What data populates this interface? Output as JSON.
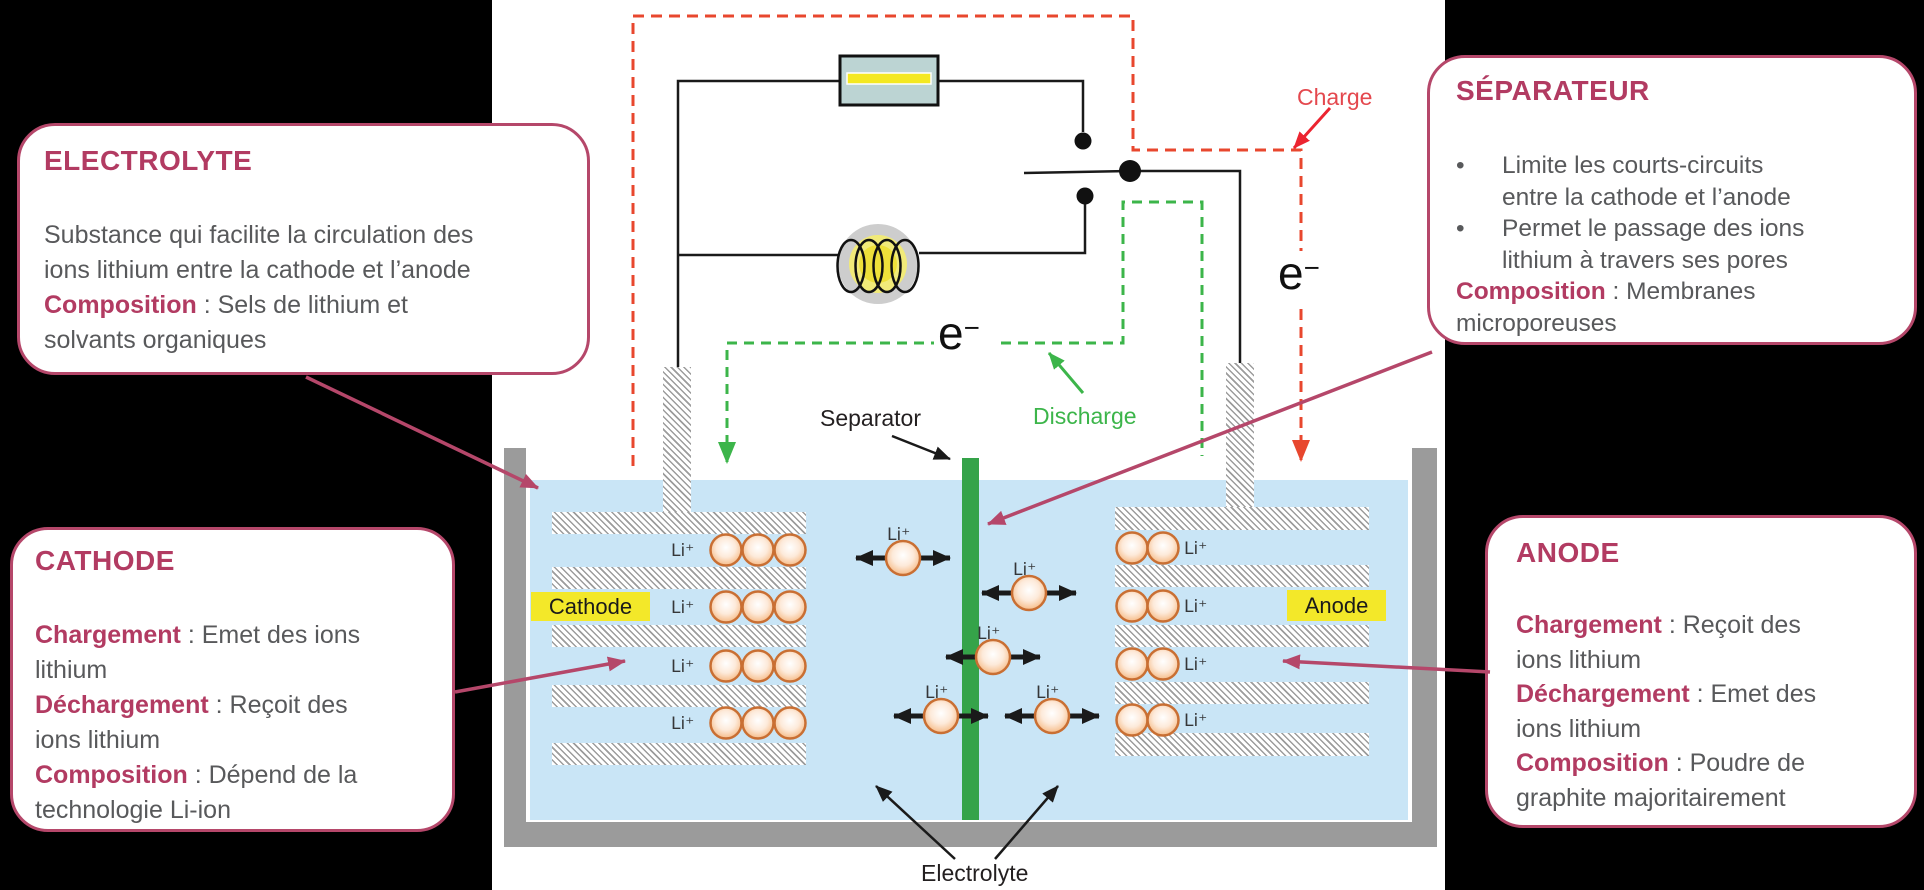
{
  "background": {
    "outer": "#000000",
    "panel": "#ffffff"
  },
  "colors": {
    "callout_border": "#b5476a",
    "accent_text": "#b23b62",
    "body_text": "#58595b",
    "charge_red": "#e8472e",
    "discharge_green": "#3cb54a",
    "separator_green": "#35a349",
    "electrolyte_blue": "#c9e5f6",
    "tank_gray": "#9b9b9b",
    "ion_orange": "#c96f33",
    "label_yellow": "#f3e829"
  },
  "callouts": {
    "electrolyte": {
      "title": "ELECTROLYTE",
      "lines": [
        {
          "b": "",
          "t": "Substance qui facilite la circulation des"
        },
        {
          "b": "",
          "t": "ions lithium entre la cathode et l’anode"
        },
        {
          "b": "Composition",
          "t": " : Sels de lithium et"
        },
        {
          "b": "",
          "t": "solvants organiques"
        }
      ]
    },
    "cathode": {
      "title": "CATHODE",
      "lines": [
        {
          "b": "Chargement",
          "t": " : Emet des ions"
        },
        {
          "b": "",
          "t": "lithium"
        },
        {
          "b": "Déchargement",
          "t": " : Reçoit des"
        },
        {
          "b": "",
          "t": "ions lithium"
        },
        {
          "b": "Composition",
          "t": " : Dépend de la"
        },
        {
          "b": "",
          "t": "technologie Li-ion"
        }
      ]
    },
    "separateur": {
      "title": "SÉPARATEUR",
      "lines": [
        {
          "m": "•",
          "b": "",
          "t": "Limite les courts-circuits"
        },
        {
          "m": "",
          "b": "",
          "t": "entre la cathode et l’anode"
        },
        {
          "m": "•",
          "b": "",
          "t": "Permet le passage des ions"
        },
        {
          "m": "",
          "b": "",
          "t": "lithium à travers ses pores"
        },
        {
          "b": "Composition",
          "t": " : Membranes"
        },
        {
          "b": "",
          "t": "microporeuses"
        }
      ]
    },
    "anode": {
      "title": "ANODE",
      "lines": [
        {
          "b": "Chargement",
          "t": " : Reçoit des"
        },
        {
          "b": "",
          "t": "ions lithium"
        },
        {
          "b": "Déchargement",
          "t": " : Emet des"
        },
        {
          "b": "",
          "t": "ions lithium"
        },
        {
          "b": "Composition",
          "t": " : Poudre de"
        },
        {
          "b": "",
          "t": "graphite majoritairement"
        }
      ]
    }
  },
  "diagram": {
    "charge_label": "Charge",
    "discharge_label": "Discharge",
    "separator_label": "Separator",
    "electrolyte_label": "Electrolyte",
    "cathode_tag": "Cathode",
    "anode_tag": "Anode",
    "electron_e": "e",
    "electron_minus": "−",
    "li_ion_label": "Li⁺"
  }
}
